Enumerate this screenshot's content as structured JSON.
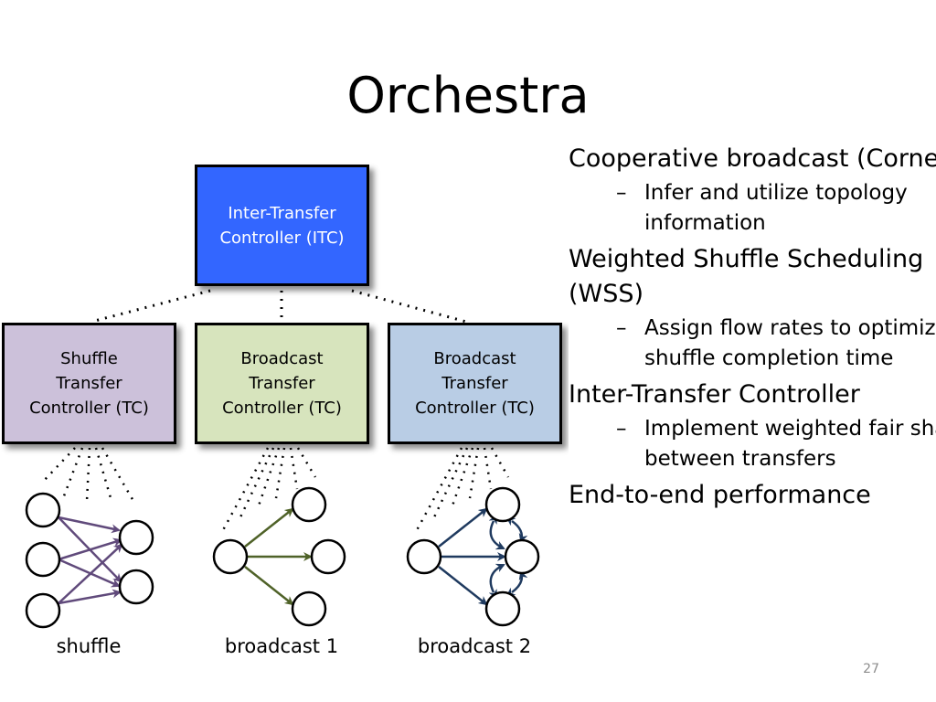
{
  "slide": {
    "title": "Orchestra",
    "page_number": "27"
  },
  "diagram": {
    "itc": {
      "label": "Inter-Transfer\nController (ITC)"
    },
    "controllers": [
      {
        "label": "Shuffle\nTransfer\nController (TC)",
        "color": "#ccc1da"
      },
      {
        "label": "Broadcast\nTransfer\nController (TC)",
        "color": "#d7e4bd"
      },
      {
        "label": "Broadcast\nTransfer\nController (TC)",
        "color": "#b9cde5"
      }
    ],
    "captions": [
      "shuffle",
      "broadcast 1",
      "broadcast 2"
    ],
    "colors": {
      "itc": "#3366ff",
      "shuffle_arrows": "#604a7b",
      "broadcast1_arrows": "#4f6228",
      "broadcast2_arrows": "#1f3a5f"
    }
  },
  "bullets": [
    {
      "text": "Cooperative broadcast (Cornet)",
      "subs": [
        "Infer and utilize topology information"
      ]
    },
    {
      "text": "Weighted Shuffle Scheduling (WSS)",
      "subs": [
        "Assign flow rates to optimize shuffle completion time"
      ]
    },
    {
      "text": "Inter-Transfer Controller",
      "subs": [
        "Implement weighted fair sharing between transfers"
      ]
    },
    {
      "text": "End-to-end performance",
      "subs": []
    }
  ],
  "dash_glyph": "–"
}
